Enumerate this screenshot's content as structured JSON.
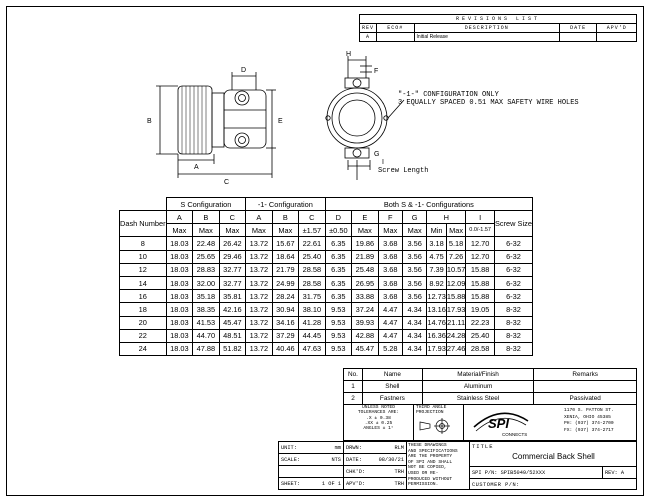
{
  "revisions": {
    "title": "REVISIONS LIST",
    "headers": {
      "rev": "REV",
      "eco": "ECO#",
      "description": "DESCRIPTION",
      "date": "DATE",
      "apvd": "APV'D"
    },
    "rows": [
      {
        "rev": "A",
        "eco": "",
        "description": "Initial Release",
        "date": "",
        "apvd": ""
      }
    ]
  },
  "drawing": {
    "labels": {
      "D": "D",
      "B": "B",
      "E": "E",
      "A": "A",
      "C": "C",
      "H": "H",
      "F": "F",
      "G": "G",
      "I": "I"
    },
    "note_line1": "\"-1-\" CONFIGURATION ONLY",
    "note_line2": "3 EQUALLY SPACED 0.51 MAX SAFETY WIRE HOLES",
    "screw_length": "Screw Length"
  },
  "dimension_table": {
    "group_headers": {
      "s_config": "S Configuration",
      "one_config": "-1- Configuration",
      "both": "Both S & -1- Configurations"
    },
    "col_letters": [
      "A",
      "B",
      "C",
      "A",
      "B",
      "C",
      "D",
      "E",
      "F",
      "G",
      "H",
      "I"
    ],
    "col_tol": [
      "Max",
      "Max",
      "Max",
      "Max",
      "Max",
      "±1.57",
      "±0.50",
      "Max",
      "Max",
      "Max",
      "Min",
      "Max",
      "0.0/-1.57"
    ],
    "dash_label": "Dash Number",
    "screw_label": "Screw Size",
    "rows": [
      [
        "8",
        "18.03",
        "22.48",
        "26.42",
        "13.72",
        "15.67",
        "22.61",
        "6.35",
        "19.86",
        "3.68",
        "3.56",
        "3.18",
        "5.18",
        "12.70",
        "6-32"
      ],
      [
        "10",
        "18.03",
        "25.65",
        "29.46",
        "13.72",
        "18.64",
        "25.40",
        "6.35",
        "21.89",
        "3.68",
        "3.56",
        "4.75",
        "7.26",
        "12.70",
        "6-32"
      ],
      [
        "12",
        "18.03",
        "28.83",
        "32.77",
        "13.72",
        "21.79",
        "28.58",
        "6.35",
        "25.48",
        "3.68",
        "3.56",
        "7.39",
        "10.57",
        "15.88",
        "6-32"
      ],
      [
        "14",
        "18.03",
        "32.00",
        "32.77",
        "13.72",
        "24.99",
        "28.58",
        "6.35",
        "26.95",
        "3.68",
        "3.56",
        "8.92",
        "12.09",
        "15.88",
        "6-32"
      ],
      [
        "16",
        "18.03",
        "35.18",
        "35.81",
        "13.72",
        "28.24",
        "31.75",
        "6.35",
        "33.88",
        "3.68",
        "3.56",
        "12.73",
        "15.88",
        "15.88",
        "6-32"
      ],
      [
        "18",
        "18.03",
        "38.35",
        "42.16",
        "13.72",
        "30.94",
        "38.10",
        "9.53",
        "37.24",
        "4.47",
        "4.34",
        "13.16",
        "17.93",
        "19.05",
        "8-32"
      ],
      [
        "20",
        "18.03",
        "41.53",
        "45.47",
        "13.72",
        "34.16",
        "41.28",
        "9.53",
        "39.93",
        "4.47",
        "4.34",
        "14.76",
        "21.11",
        "22.23",
        "8-32"
      ],
      [
        "22",
        "18.03",
        "44.70",
        "48.51",
        "13.72",
        "37.29",
        "44.45",
        "9.53",
        "42.88",
        "4.47",
        "4.34",
        "16.36",
        "24.28",
        "25.40",
        "8-32"
      ],
      [
        "24",
        "18.03",
        "47.88",
        "51.82",
        "13.72",
        "40.46",
        "47.63",
        "9.53",
        "45.47",
        "5.28",
        "4.34",
        "17.93",
        "27.46",
        "28.58",
        "8-32"
      ]
    ]
  },
  "parts_list": {
    "headers": {
      "no": "No.",
      "name": "Name",
      "material": "Material/Finish",
      "remarks": "Remarks"
    },
    "rows": [
      {
        "no": "1",
        "name": "Shell",
        "material": "Aluminum",
        "remarks": ""
      },
      {
        "no": "2",
        "name": "Fastners",
        "material": "Stainless Steel",
        "remarks": "Passivated"
      }
    ]
  },
  "title_block": {
    "tolerances": [
      "UNLESS NOTED",
      "TOLERANCES ARE:",
      ".X  ± 0.38",
      ".XX  ± 0.25",
      "ANGLES  ± 1°"
    ],
    "projection": [
      "THIRD ANGLE",
      "PROJECTION"
    ],
    "logo_text": "SPI",
    "logo_sub": "CONNECTS",
    "address": [
      "1170 S. PATTON ST.",
      "XENIA, OHIO 45385",
      "PH: (937) 374-2700",
      "FX: (937) 374-2717"
    ],
    "unit_label": "UNIT:",
    "unit_value": "mm",
    "scale_label": "SCALE:",
    "scale_value": "NTS",
    "sheet_label": "SHEET:",
    "sheet_value": "1 OF 1",
    "drwn_label": "DRWN:",
    "drwn_value": "RLM",
    "date_label": "DATE:",
    "date_value": "08/30/21",
    "chkd_label": "CHK'D:",
    "chkd_value": "TRH",
    "apvd_label": "APV'D:",
    "apvd_value": "TRH",
    "proprietary": [
      "THESE DRAWINGS",
      "AND SPECIFICATIONS",
      "ARE THE PROPERTY",
      "OF SPI AND SHALL",
      "NOT BE COPIED,",
      "USED OR RE-",
      "PRODUCED WITHOUT",
      "PERMISSION."
    ],
    "title_label": "TITLE",
    "title_value": "Commercial Back Shell",
    "spi_pn_label": "SPI P/N:",
    "spi_pn_value": "SPIB5049/52XXX",
    "rev_label": "REV:",
    "rev_value": "A",
    "customer_pn_label": "CUSTOMER P/N:",
    "customer_pn_value": ""
  }
}
